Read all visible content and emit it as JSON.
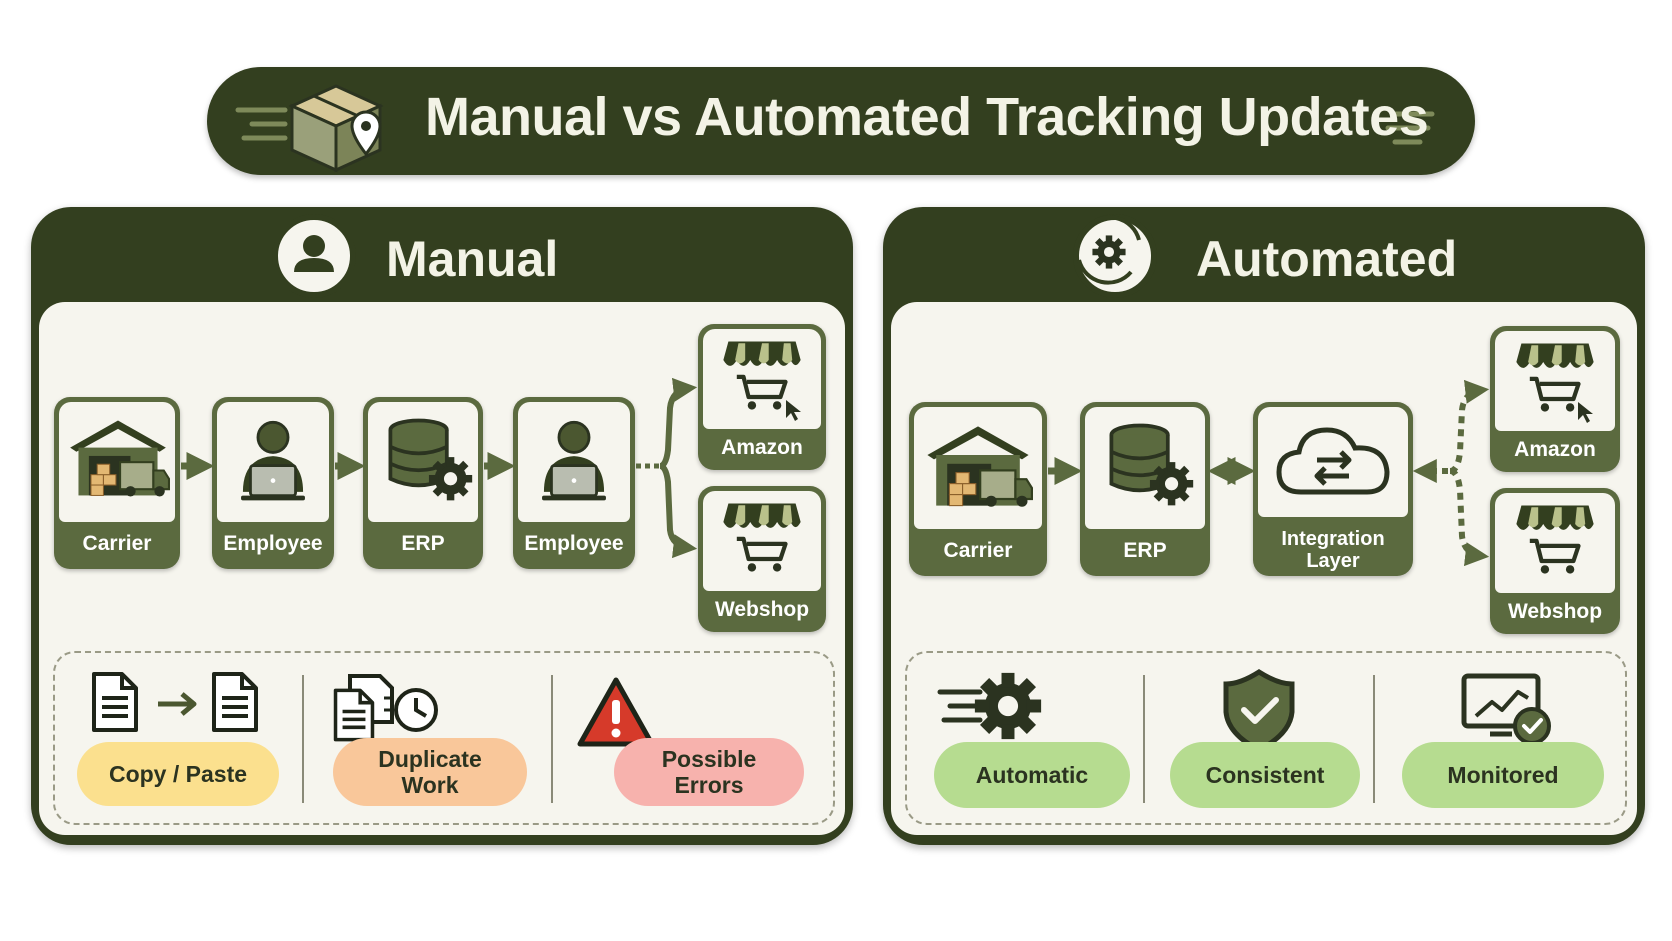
{
  "title": "Manual vs Automated Tracking Updates",
  "colors": {
    "dark_olive": "#333f1f",
    "card_olive": "#5b6a3f",
    "panel_bg": "#f6f5ee",
    "yellow": "#fbe08e",
    "orange": "#f9c79a",
    "red": "#f7b2ad",
    "green": "#b6dc90",
    "warning_red": "#d63a2a"
  },
  "manual": {
    "title": "Manual",
    "icon": "person-icon",
    "flow": [
      {
        "label": "Carrier",
        "icon": "warehouse-truck-icon"
      },
      {
        "label": "Employee",
        "icon": "employee-laptop-icon"
      },
      {
        "label": "ERP",
        "icon": "database-gear-icon"
      },
      {
        "label": "Employee",
        "icon": "employee-laptop-icon"
      }
    ],
    "targets": [
      {
        "label": "Amazon",
        "icon": "storefront-cart-icon"
      },
      {
        "label": "Webshop",
        "icon": "storefront-cart-icon"
      }
    ],
    "issues": [
      {
        "label": "Copy / Paste",
        "icon": "copy-documents-icon"
      },
      {
        "label_line1": "Duplicate",
        "label_line2": "Work",
        "icon": "duplicate-clock-icon"
      },
      {
        "label_line1": "Possible",
        "label_line2": "Errors",
        "icon": "warning-icon"
      }
    ]
  },
  "automated": {
    "title": "Automated",
    "icon": "gear-cycle-icon",
    "flow": [
      {
        "label": "Carrier",
        "icon": "warehouse-truck-icon"
      },
      {
        "label": "ERP",
        "icon": "database-gear-icon"
      },
      {
        "label_line1": "Integration",
        "label_line2": "Layer",
        "icon": "cloud-sync-icon"
      }
    ],
    "targets": [
      {
        "label": "Amazon",
        "icon": "storefront-cart-icon"
      },
      {
        "label": "Webshop",
        "icon": "storefront-cart-icon"
      }
    ],
    "benefits": [
      {
        "label": "Automatic",
        "icon": "fast-gear-icon"
      },
      {
        "label": "Consistent",
        "icon": "shield-check-icon"
      },
      {
        "label": "Monitored",
        "icon": "monitor-check-icon"
      }
    ]
  }
}
